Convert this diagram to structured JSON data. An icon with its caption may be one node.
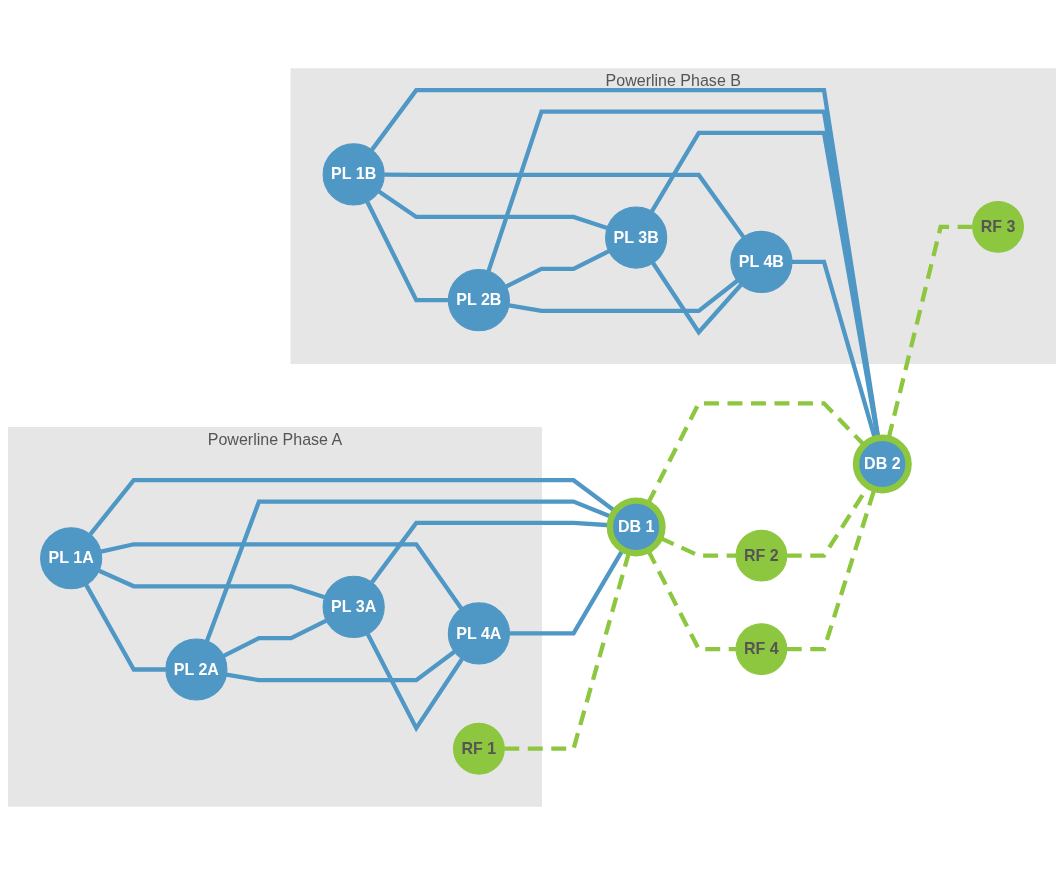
{
  "diagram": {
    "nodes": [
      {
        "text": [
          "Powerline Phase A"
        ]
      },
      {
        "text": [
          "Powerline Phase B"
        ]
      },
      {
        "text": [
          "PL 1A"
        ],
        "in": 0
      },
      {
        "text": [
          "PL 1B"
        ],
        "in": 1
      },
      {
        "text": [
          "RF 2"
        ]
      },
      {
        "text": [
          "PL 2A"
        ],
        "in": 0
      },
      {
        "text": [
          "PL 2B"
        ],
        "in": 1
      },
      {
        "text": [
          "RF 1"
        ],
        "in": 0
      },
      {
        "text": [
          "DB 1"
        ]
      },
      {
        "text": [
          "DB 2"
        ]
      },
      {
        "text": [
          "RF 3"
        ],
        "in": 1
      },
      {
        "text": [
          "PL 3A"
        ],
        "in": 0
      },
      {
        "text": [
          "PL 3B"
        ],
        "in": 1
      },
      {
        "text": [
          "RF 4"
        ]
      },
      {
        "text": [
          "PL 4A"
        ],
        "in": 0
      },
      {
        "text": [
          "PL 4B"
        ],
        "in": 1
      }
    ],
    "edges": [
      {
        "from": 2,
        "to": 5,
        "arrow": "none"
      },
      {
        "from": 2,
        "to": 11,
        "arrow": "none"
      },
      {
        "from": 2,
        "to": 14,
        "arrow": "none"
      },
      {
        "from": 2,
        "to": 8,
        "arrow": "none"
      },
      {
        "from": 5,
        "to": 11,
        "arrow": "none"
      },
      {
        "from": 5,
        "to": 14,
        "arrow": "none"
      },
      {
        "from": 5,
        "to": 8,
        "arrow": "none"
      },
      {
        "from": 11,
        "to": 14,
        "arrow": "none"
      },
      {
        "from": 11,
        "to": 8,
        "arrow": "none"
      },
      {
        "from": 14,
        "to": 8,
        "arrow": "none"
      },
      {
        "from": 3,
        "to": 6,
        "arrow": "none"
      },
      {
        "from": 3,
        "to": 12,
        "arrow": "none"
      },
      {
        "from": 3,
        "to": 15,
        "arrow": "none"
      },
      {
        "from": 3,
        "to": 9,
        "arrow": "none"
      },
      {
        "from": 6,
        "to": 12,
        "arrow": "none"
      },
      {
        "from": 6,
        "to": 15,
        "arrow": "none"
      },
      {
        "from": 6,
        "to": 9,
        "arrow": "none"
      },
      {
        "from": 12,
        "to": 15,
        "arrow": "none"
      },
      {
        "from": 12,
        "to": 9,
        "arrow": "none"
      },
      {
        "from": 15,
        "to": 9,
        "arrow": "none"
      },
      {
        "from": 7,
        "to": 8,
        "arrow": "none",
        "style": "dashed",
        "color": "#8dc63f"
      },
      {
        "from": 8,
        "to": 4,
        "arrow": "none",
        "style": "dashed",
        "color": "#8dc63f"
      },
      {
        "from": 8,
        "to": 9,
        "arrow": "none",
        "style": "dashed",
        "color": "#8dc63f"
      },
      {
        "from": 8,
        "to": 13,
        "arrow": "none",
        "style": "dashed",
        "color": "#8dc63f"
      },
      {
        "from": 4,
        "to": 9,
        "arrow": "none",
        "style": "dashed",
        "color": "#8dc63f"
      },
      {
        "from": 13,
        "to": 9,
        "arrow": "none",
        "style": "dashed",
        "color": "#8dc63f"
      },
      {
        "from": 9,
        "to": 10,
        "arrow": "none",
        "style": "dashed",
        "color": "#8dc63f"
      }
    ]
  }
}
